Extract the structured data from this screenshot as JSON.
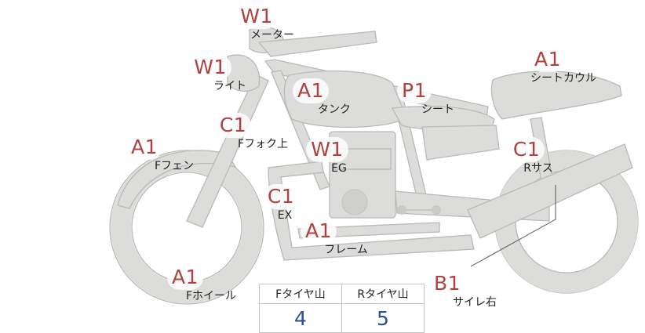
{
  "colors": {
    "grade": "#b0413e",
    "value": "#2a4d8f",
    "bike_fill": "#dcdcda",
    "bike_stroke": "#b9b9b7"
  },
  "parts": [
    {
      "id": "meter",
      "grade": "W1",
      "name": "メーター"
    },
    {
      "id": "light",
      "grade": "W1",
      "name": "ライト"
    },
    {
      "id": "tank",
      "grade": "A1",
      "name": "タンク"
    },
    {
      "id": "seat",
      "grade": "P1",
      "name": "シート"
    },
    {
      "id": "seat-cowl",
      "grade": "A1",
      "name": "シートカウル"
    },
    {
      "id": "front-fork",
      "grade": "C1",
      "name": "Fフォク上"
    },
    {
      "id": "front-fender",
      "grade": "A1",
      "name": "Fフェン"
    },
    {
      "id": "engine",
      "grade": "W1",
      "name": "EG"
    },
    {
      "id": "rear-suspension",
      "grade": "C1",
      "name": "Rサス"
    },
    {
      "id": "exhaust",
      "grade": "C1",
      "name": "EX"
    },
    {
      "id": "frame",
      "grade": "A1",
      "name": "フレーム"
    },
    {
      "id": "front-wheel",
      "grade": "A1",
      "name": "Fホイール"
    },
    {
      "id": "muffler-right",
      "grade": "B1",
      "name": "サイレ右"
    }
  ],
  "tread": {
    "front_label": "Fタイヤ山",
    "rear_label": "Rタイヤ山",
    "front_value": "4",
    "rear_value": "5"
  }
}
